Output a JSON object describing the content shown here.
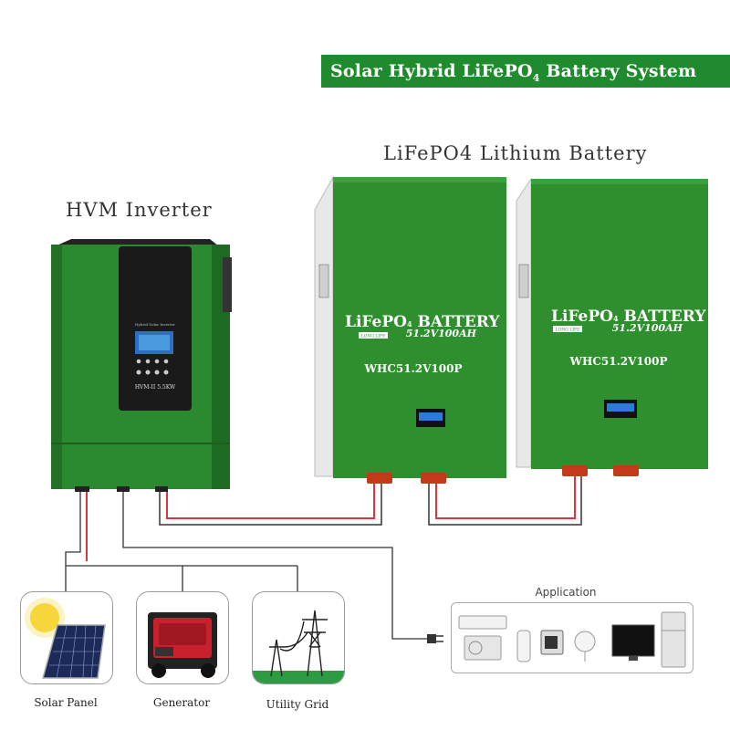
{
  "title": {
    "main": "Solar Hybrid LiFePO",
    "sub": "4",
    "rest": " Battery System"
  },
  "labels": {
    "inverter": "HVM  Inverter",
    "battery": "LiFePO4 Lithium Battery",
    "application": "Application"
  },
  "inverter": {
    "panel_title": "Hybrid Solar Inverter",
    "model": "HVM-II 5.5KW"
  },
  "batteries": [
    {
      "brand": "LiFePO",
      "brand_sub": "4",
      "word": " BATTERY",
      "spec": "51.2V100AH",
      "model": "WHC51.2V100P",
      "tag": "LONG LIFE"
    },
    {
      "brand": "LiFePO",
      "brand_sub": "4",
      "word": " BATTERY",
      "spec": "51.2V100AH",
      "model": "WHC51.2V100P",
      "tag": "LONG LIFE"
    }
  ],
  "sources": [
    {
      "caption": "Solar Panel",
      "icon": "solar-panel-icon"
    },
    {
      "caption": "Generator",
      "icon": "generator-icon"
    },
    {
      "caption": "Utility Grid",
      "icon": "power-tower-icon"
    }
  ],
  "appliances": [
    "air-conditioner-icon",
    "water-heater-icon",
    "microwave-icon",
    "fan-icon",
    "tv-icon",
    "refrigerator-icon"
  ],
  "colors": {
    "banner": "#1f8a2e",
    "device_green": "#2b8a2f",
    "wire_red": "#d9363e",
    "wire_black": "#333333"
  }
}
